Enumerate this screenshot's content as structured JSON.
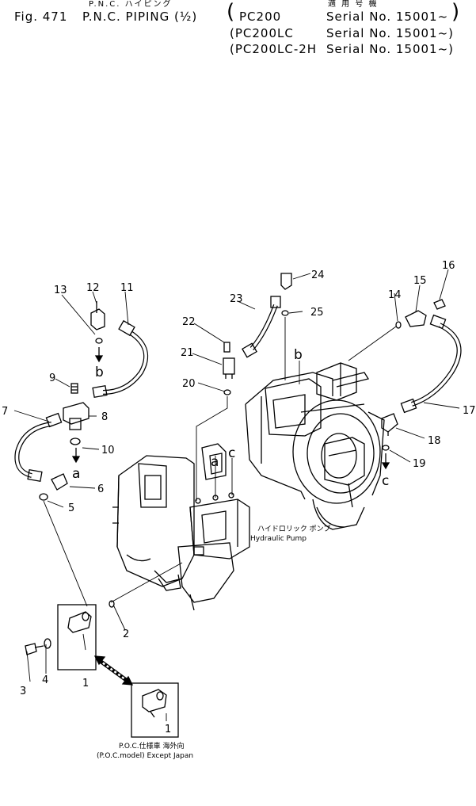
{
  "header": {
    "jp_title": "P.N.C. ハイピング",
    "jp_applicable": "適 用 号 機",
    "fig_label": "Fig. 471",
    "title": "P.N.C. PIPING (½)",
    "models": [
      {
        "model": "PC200",
        "serial": "Serial No. 15001~"
      },
      {
        "model": "PC200LC",
        "serial": "Serial No. 15001~"
      },
      {
        "model": "PC200LC-2H",
        "serial": "Serial No. 15001~"
      }
    ]
  },
  "callouts": [
    "1",
    "2",
    "3",
    "4",
    "5",
    "6",
    "7",
    "8",
    "9",
    "10",
    "11",
    "12",
    "13",
    "14",
    "15",
    "16",
    "17",
    "18",
    "19",
    "20",
    "21",
    "22",
    "23",
    "24",
    "25"
  ],
  "letters": {
    "a": "a",
    "b": "b",
    "c": "c"
  },
  "labels": {
    "pump_jp": "ハイドロリック ポンプ",
    "pump_en": "Hydraulic Pump",
    "poc_jp": "P.O.C.仕様車 海外向",
    "poc_en": "(P.O.C.model) Except Japan",
    "inset_callout": "1",
    "inset_callout_lower": "1"
  }
}
